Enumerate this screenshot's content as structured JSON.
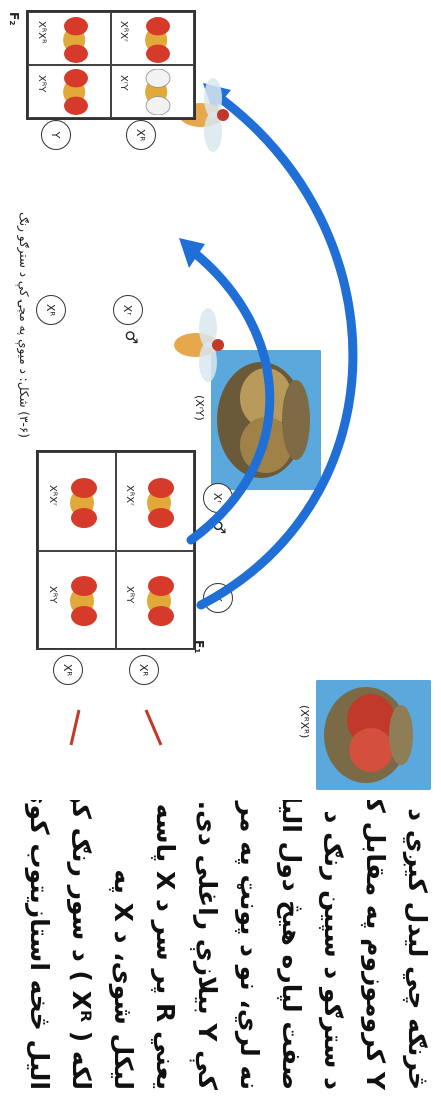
{
  "text_lines": [
    "څرنګه چي لیدل کیږي د",
    "Y کروموزوم په مقابل کې",
    "د سترګو د سپین رنګ د الیل",
    "صفت لپاره هیڅ دول الیل",
    "نه لري، نو د پونټ په مربع",
    "کې  Y  بیلازې راغلی دی.",
    "یعني  R  پر سر د  X  پاسه",
    "لیکل شوی، د  X  په",
    "لکه  ( Xᴿ )  د سور رنګ کوډ",
    "الیل څخه استازیتوب کوي."
  ],
  "photos": {
    "female_label": "(XᴿXᴿ)",
    "male_label": "(XʳY)"
  },
  "f1": {
    "label": "F₁",
    "top_gametes": [
      "Xʳ",
      "Y"
    ],
    "side_gametes": [
      "Xᴿ",
      "Xᴿ"
    ],
    "cells": [
      "XᴿXʳ",
      "XᴿY",
      "XᴿXʳ",
      "XᴿY"
    ]
  },
  "cross_gametes": {
    "left": [
      "Xʳ",
      "Xᴿ"
    ],
    "right": [
      "Xᴿ",
      "Y"
    ]
  },
  "f2": {
    "label": "F₂",
    "top_gametes": [
      "Xᴿ",
      "Y"
    ],
    "cells": [
      "XᴿXʳ",
      "XʳY",
      "XᴿXᴿ",
      "XᴿY"
    ]
  },
  "male_symbol": "♂",
  "caption": "(۳-۶) شکل: د میوې په مچۍ کې د سترګو رنګ"
}
